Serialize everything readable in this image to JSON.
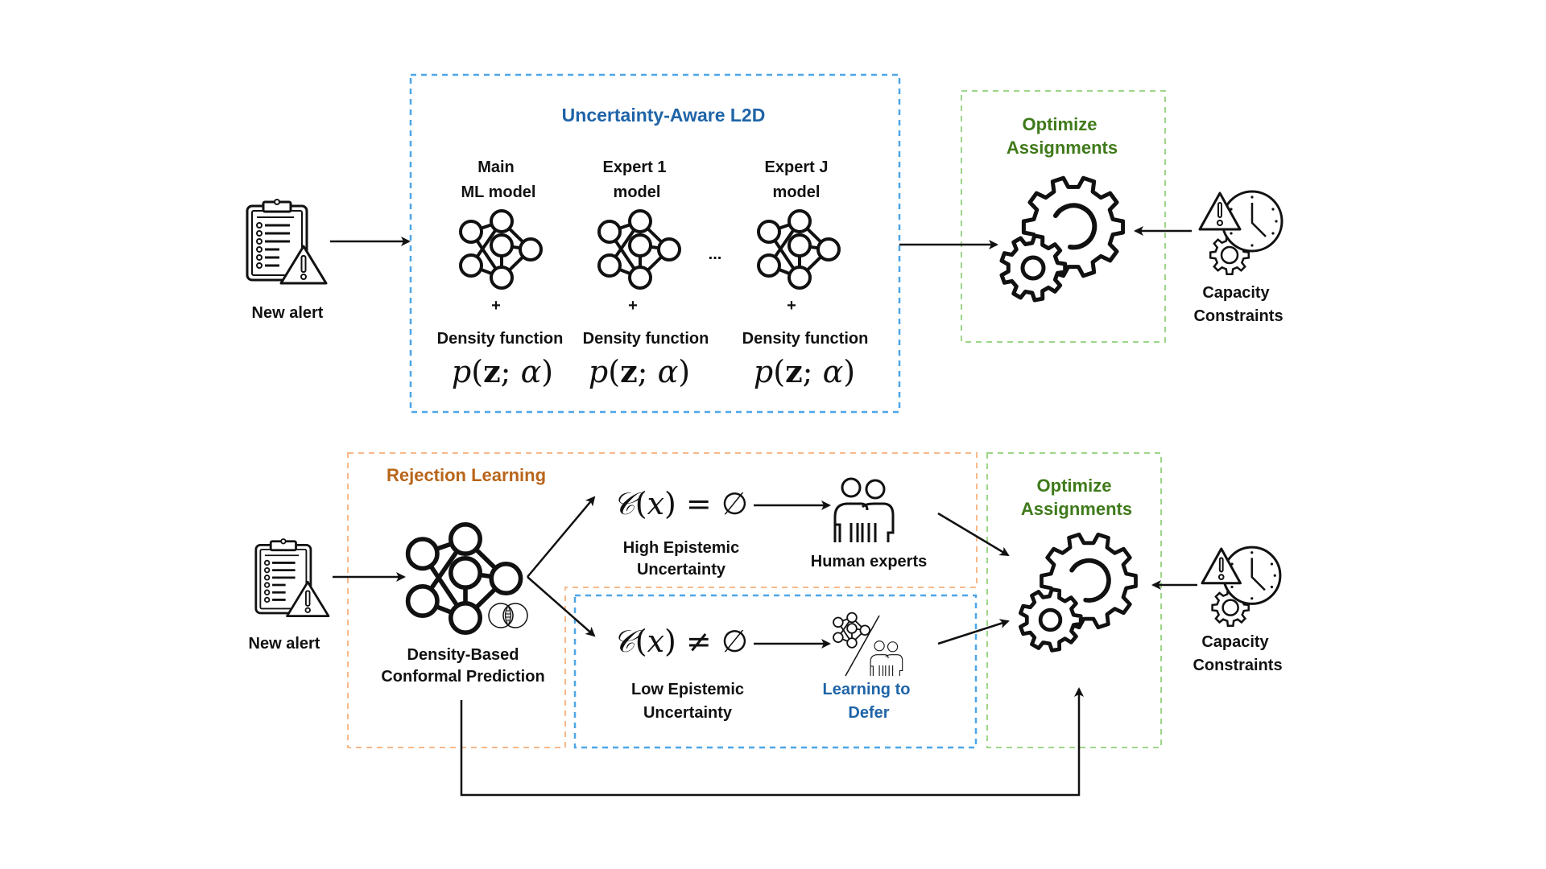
{
  "top_section": {
    "input": {
      "label": "New alert",
      "icon": "clipboard-alert-icon"
    },
    "l2d_box": {
      "title": "Uncertainty-Aware L2D",
      "models": [
        {
          "name_line1": "Main",
          "name_line2": "ML model",
          "plus": "+",
          "density_label": "Density function",
          "formula": "p(z; α)"
        },
        {
          "name_line1": "Expert 1",
          "name_line2": "model",
          "plus": "+",
          "density_label": "Density function",
          "formula": "p(z; α)"
        },
        {
          "name_line1": "Expert J",
          "name_line2": "model",
          "plus": "+",
          "density_label": "Density function",
          "formula": "p(z; α)"
        }
      ],
      "ellipsis": "...",
      "border_color": "#4da6e8"
    },
    "optimize_box": {
      "title_line1": "Optimize",
      "title_line2": "Assignments",
      "icon": "gears-icon",
      "border_color": "#9ed68a"
    },
    "constraints": {
      "label_line1": "Capacity",
      "label_line2": "Constraints",
      "icon": "capacity-constraints-icon"
    }
  },
  "bottom_section": {
    "input": {
      "label": "New alert",
      "icon": "clipboard-alert-icon"
    },
    "rejection_box": {
      "title": "Rejection Learning",
      "predictor_label_line1": "Density-Based",
      "predictor_label_line2": "Conformal Prediction",
      "border_color": "#f8b98a"
    },
    "high_branch": {
      "formula": "C(x) = ∅",
      "label_line1": "High Epistemic",
      "label_line2": "Uncertainty",
      "target_label": "Human experts"
    },
    "low_branch": {
      "formula": "C(x) ≠ ∅",
      "label_line1": "Low Epistemic",
      "label_line2": "Uncertainty",
      "target_label_line1": "Learning to",
      "target_label_line2": "Defer",
      "border_color": "#4da6e8"
    },
    "optimize_box": {
      "title_line1": "Optimize",
      "title_line2": "Assignments",
      "icon": "gears-icon",
      "border_color": "#9ed68a"
    },
    "constraints": {
      "label_line1": "Capacity",
      "label_line2": "Constraints",
      "icon": "capacity-constraints-icon"
    }
  },
  "colors": {
    "blue_title": "#1f64a8",
    "green_title": "#3f7a1a",
    "orange_title": "#b8651a",
    "line": "#111111"
  }
}
